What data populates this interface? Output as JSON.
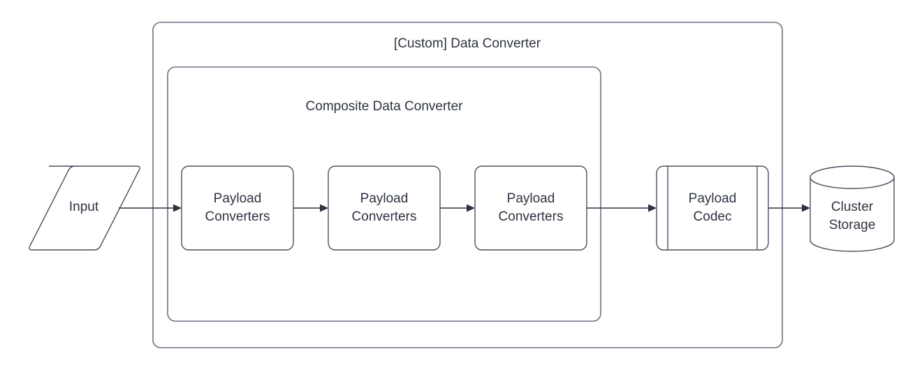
{
  "diagram": {
    "type": "flowchart",
    "background_color": "#ffffff",
    "stroke_color": "#48505e",
    "container_stroke_color": "#6b7280",
    "text_color": "#2d3340",
    "containers": [
      {
        "id": "custom-data-converter",
        "label": "[Custom] Data Converter",
        "shape": "rounded-rectangle"
      },
      {
        "id": "composite-data-converter",
        "label": "Composite Data Converter",
        "shape": "rounded-rectangle"
      }
    ],
    "nodes": [
      {
        "id": "input",
        "shape": "parallelogram",
        "label": "Input",
        "lines": [
          "Input"
        ]
      },
      {
        "id": "payload-converters-1",
        "shape": "rounded-rectangle",
        "label": "Payload Converters",
        "lines": [
          "Payload",
          "Converters"
        ]
      },
      {
        "id": "payload-converters-2",
        "shape": "rounded-rectangle",
        "label": "Payload Converters",
        "lines": [
          "Payload",
          "Converters"
        ]
      },
      {
        "id": "payload-converters-3",
        "shape": "rounded-rectangle",
        "label": "Payload Converters",
        "lines": [
          "Payload",
          "Converters"
        ]
      },
      {
        "id": "payload-codec",
        "shape": "predefined-process",
        "label": "Payload Codec",
        "lines": [
          "Payload",
          "Codec"
        ]
      },
      {
        "id": "cluster-storage",
        "shape": "cylinder",
        "label": "Cluster Storage",
        "lines": [
          "Cluster",
          "Storage"
        ]
      }
    ],
    "edges": [
      {
        "id": "edge-input-to-pc1",
        "from": "input",
        "to": "payload-converters-1",
        "arrow": "single"
      },
      {
        "id": "edge-pc1-to-pc2",
        "from": "payload-converters-1",
        "to": "payload-converters-2",
        "arrow": "single"
      },
      {
        "id": "edge-pc2-to-pc3",
        "from": "payload-converters-2",
        "to": "payload-converters-3",
        "arrow": "single"
      },
      {
        "id": "edge-pc3-to-codec",
        "from": "payload-converters-3",
        "to": "payload-codec",
        "arrow": "single"
      },
      {
        "id": "edge-codec-to-storage",
        "from": "payload-codec",
        "to": "cluster-storage",
        "arrow": "single"
      }
    ]
  }
}
